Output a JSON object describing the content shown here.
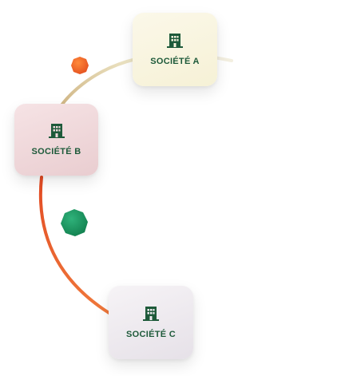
{
  "nodes": [
    {
      "id": "a",
      "label": "SOCIÉTÉ A",
      "icon": "building-icon"
    },
    {
      "id": "b",
      "label": "SOCIÉTÉ B",
      "icon": "building-icon"
    },
    {
      "id": "c",
      "label": "SOCIÉTÉ C",
      "icon": "building-icon"
    }
  ],
  "colors": {
    "label": "#1e5a3a",
    "icon": "#1e5a3a",
    "connector_upper_start": "#e8dfb8",
    "connector_upper_end": "#c9a86b",
    "connector_lower_start": "#e0532a",
    "connector_lower_end": "#f47a3a",
    "orange_dot": "#ee6a2a",
    "green_dot": "#1f9a66"
  }
}
